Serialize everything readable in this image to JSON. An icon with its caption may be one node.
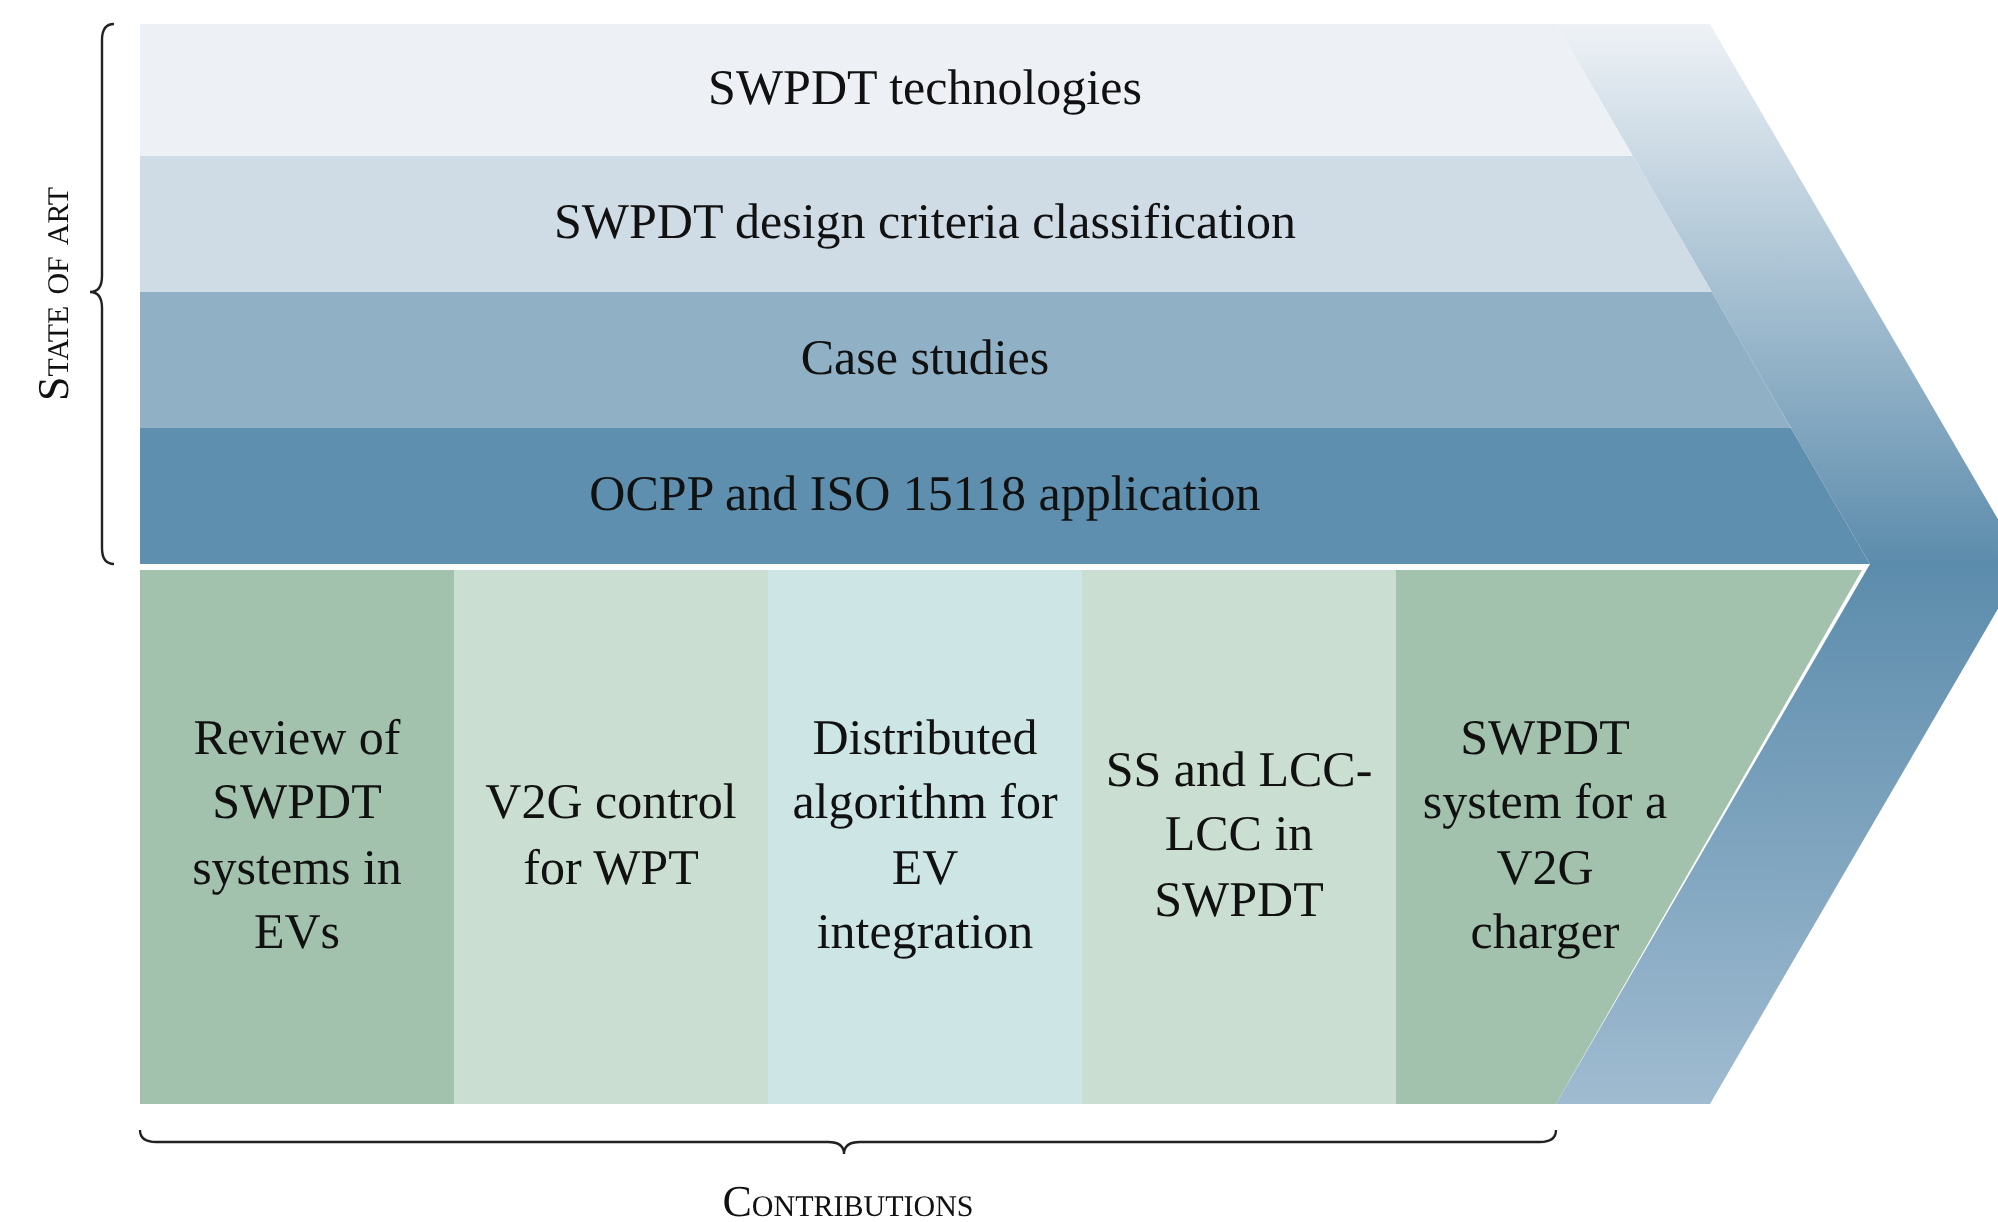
{
  "diagram": {
    "nodes": [
      {
        "text": [
          "SWPDT technologies"
        ]
      },
      {
        "text": [
          "SWPDT design criteria classification"
        ]
      },
      {
        "text": [
          "Case studies"
        ]
      },
      {
        "text": [
          "OCPP and ISO 15118 application"
        ]
      },
      {
        "text": [
          "Review of SWPDT systems in EVs"
        ]
      },
      {
        "text": [
          "V2G control for WPT"
        ]
      },
      {
        "text": [
          "Distributed algorithm for EV integration"
        ]
      },
      {
        "text": [
          "SS and LCC-LCC in SWPDT"
        ]
      },
      {
        "text": [
          "SWPDT system for a V2G charger"
        ]
      }
    ],
    "labels": [
      "State of art",
      "Contributions"
    ]
  }
}
